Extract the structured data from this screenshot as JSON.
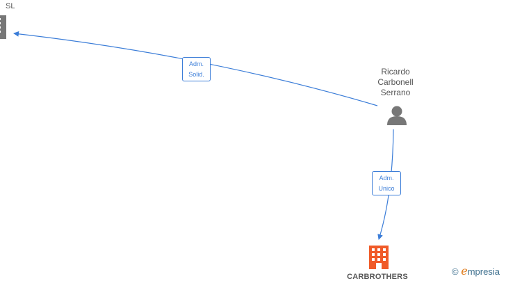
{
  "nodes": {
    "company_top_left": {
      "label_tail": "SL",
      "icon": "building-icon",
      "color": "#777777"
    },
    "person": {
      "name_lines": [
        "Ricardo",
        "Carbonell",
        "Serrano"
      ],
      "icon": "person-icon",
      "color": "#777777"
    },
    "company_bottom": {
      "label": "CARBROTHERS",
      "icon": "building-icon",
      "color": "#f05a28"
    }
  },
  "edges": [
    {
      "from": "person",
      "to": "company_top_left",
      "lines": [
        "Adm.",
        "Solid."
      ],
      "color": "#3b7dd8"
    },
    {
      "from": "person",
      "to": "company_bottom",
      "lines": [
        "Adm.",
        "Unico"
      ],
      "color": "#3b7dd8"
    }
  ],
  "watermark": {
    "copyright": "©",
    "brand_initial": "e",
    "brand_rest": "mpresia"
  }
}
